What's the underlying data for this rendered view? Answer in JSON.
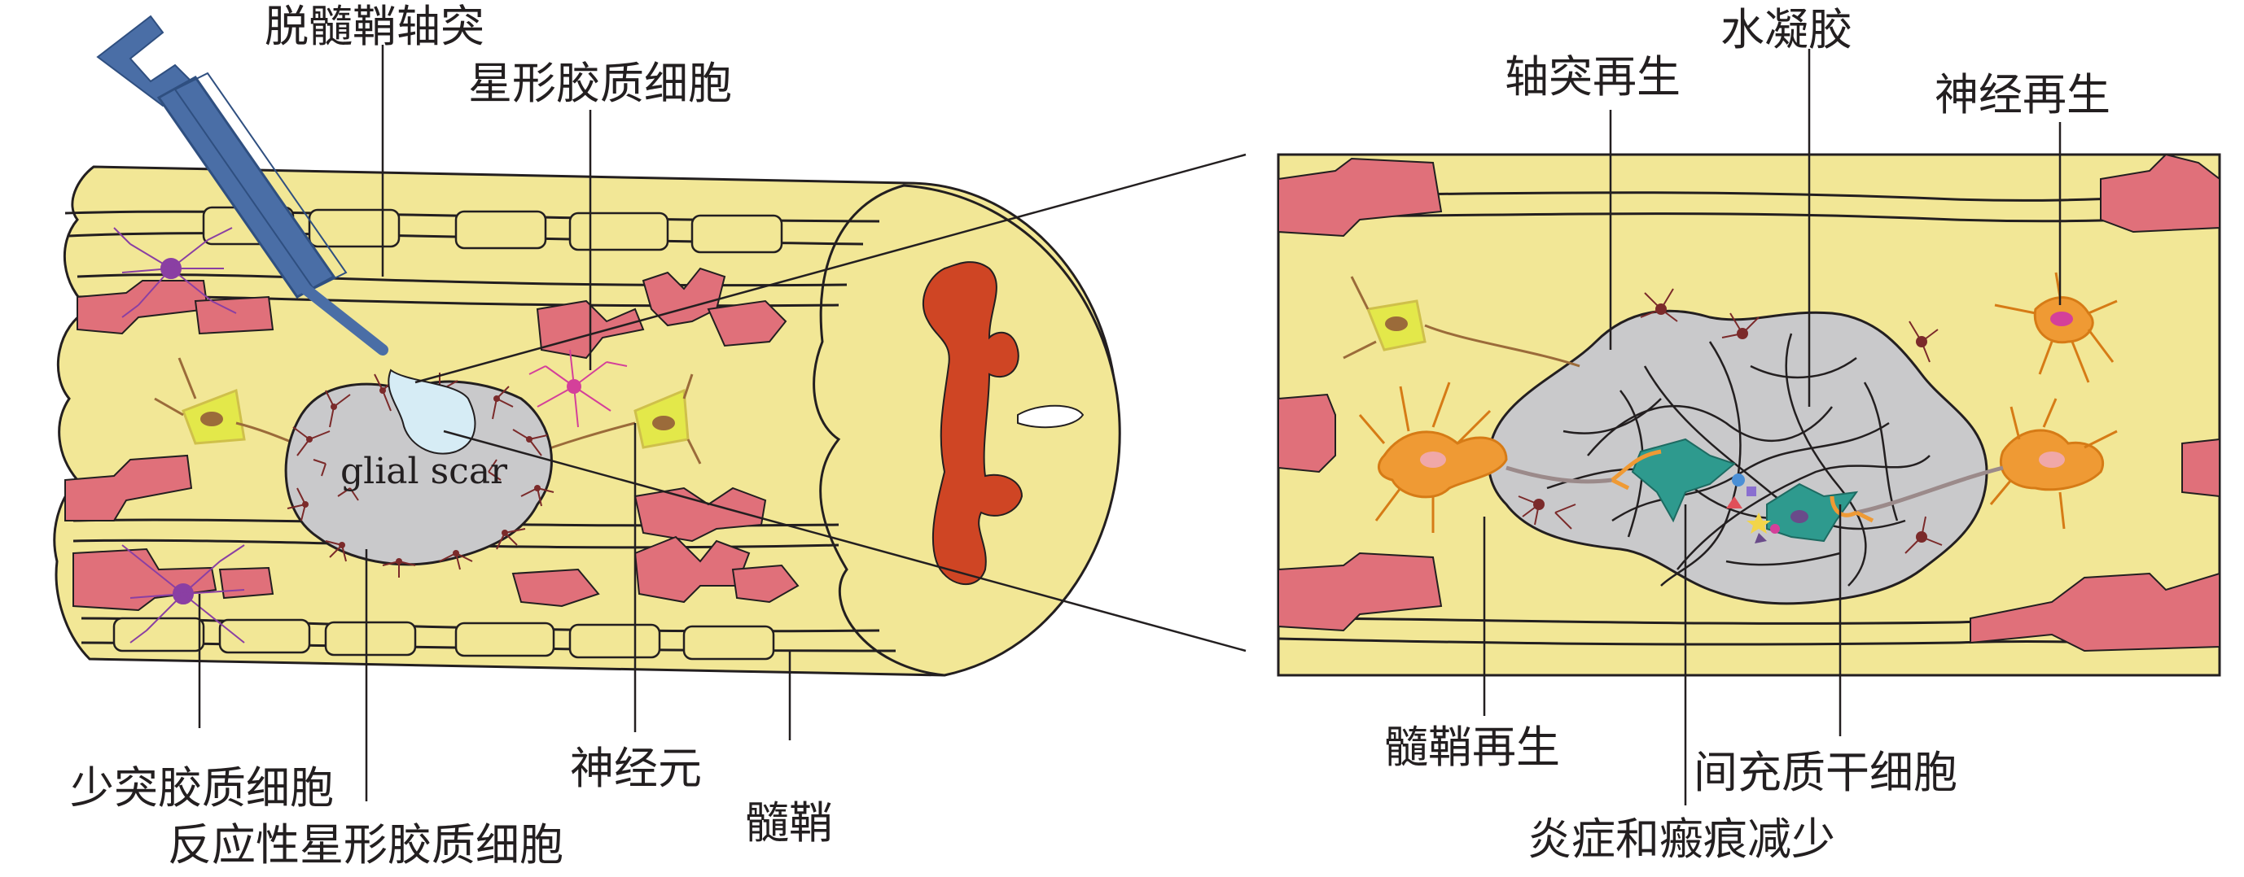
{
  "colors": {
    "background": "#ffffff",
    "tissue": "#f2e796",
    "myelin_pink": "#e0707a",
    "gray_matter": "#cf4524",
    "scar_gray": "#c9c9cb",
    "syringe_blue": "#4a6ea6",
    "hydrogel_blob": "#d6ecf5",
    "astrocyte": "#7b2a2a",
    "oligodendrocyte": "#8a3fa3",
    "reactive_pink": "#d4409a",
    "neuron_yellow": "#e3e84a",
    "orange_neuron": "#ef9a34",
    "stem_cell": "#2e9a8e",
    "line": "#231f20"
  },
  "icons": {
    "syringe": "syringe-icon",
    "glial_scar": "glial-scar-icon"
  },
  "labels": {
    "demyelinated_axon": "脱髓鞘轴突",
    "astrocyte": "星形胶质细胞",
    "glial_scar": "glial scar",
    "oligodendrocyte": "少突胶质细胞",
    "reactive_astrocyte": "反应性星形胶质细胞",
    "neuron": "神经元",
    "myelin": "髓鞘",
    "axon_regeneration": "轴突再生",
    "hydrogel": "水凝胶",
    "nerve_regeneration": "神经再生",
    "myelin_regeneration": "髓鞘再生",
    "msc": "间充质干细胞",
    "inflammation_reduction": "炎症和瘢痕减少"
  }
}
